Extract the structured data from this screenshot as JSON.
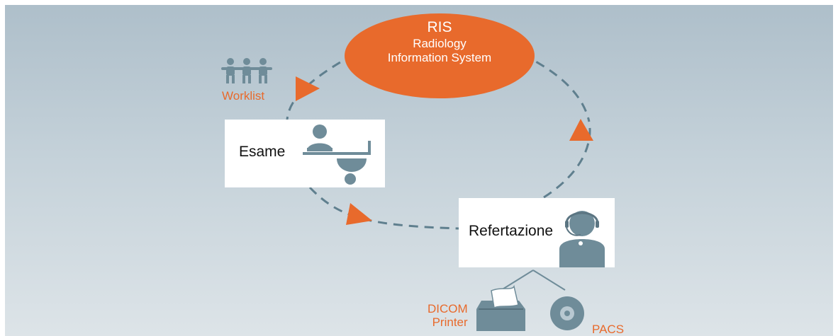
{
  "ris": {
    "title": "RIS",
    "subtitle_line1": "Radiology",
    "subtitle_line2": "Information System"
  },
  "worklist": {
    "label": "Worklist"
  },
  "esame": {
    "label": "Esame"
  },
  "refertazione": {
    "label": "Refertazione"
  },
  "dicom_printer": {
    "label_line1": "DICOM",
    "label_line2": "Printer"
  },
  "pacs": {
    "label": "PACS"
  },
  "colors": {
    "accent_orange": "#e86a2c",
    "icon_slate": "#6f8c99",
    "dash_line": "#5f7f8e",
    "background_top": "#aebfca",
    "background_bottom": "#dde4e8"
  },
  "icons": {
    "worklist": "people-group-icon",
    "esame": "patient-on-table-icon",
    "refertazione": "radiologist-headset-icon",
    "dicom_printer": "printer-icon",
    "pacs": "disc-storage-icon",
    "flow": "arrow-triangle-icon"
  }
}
